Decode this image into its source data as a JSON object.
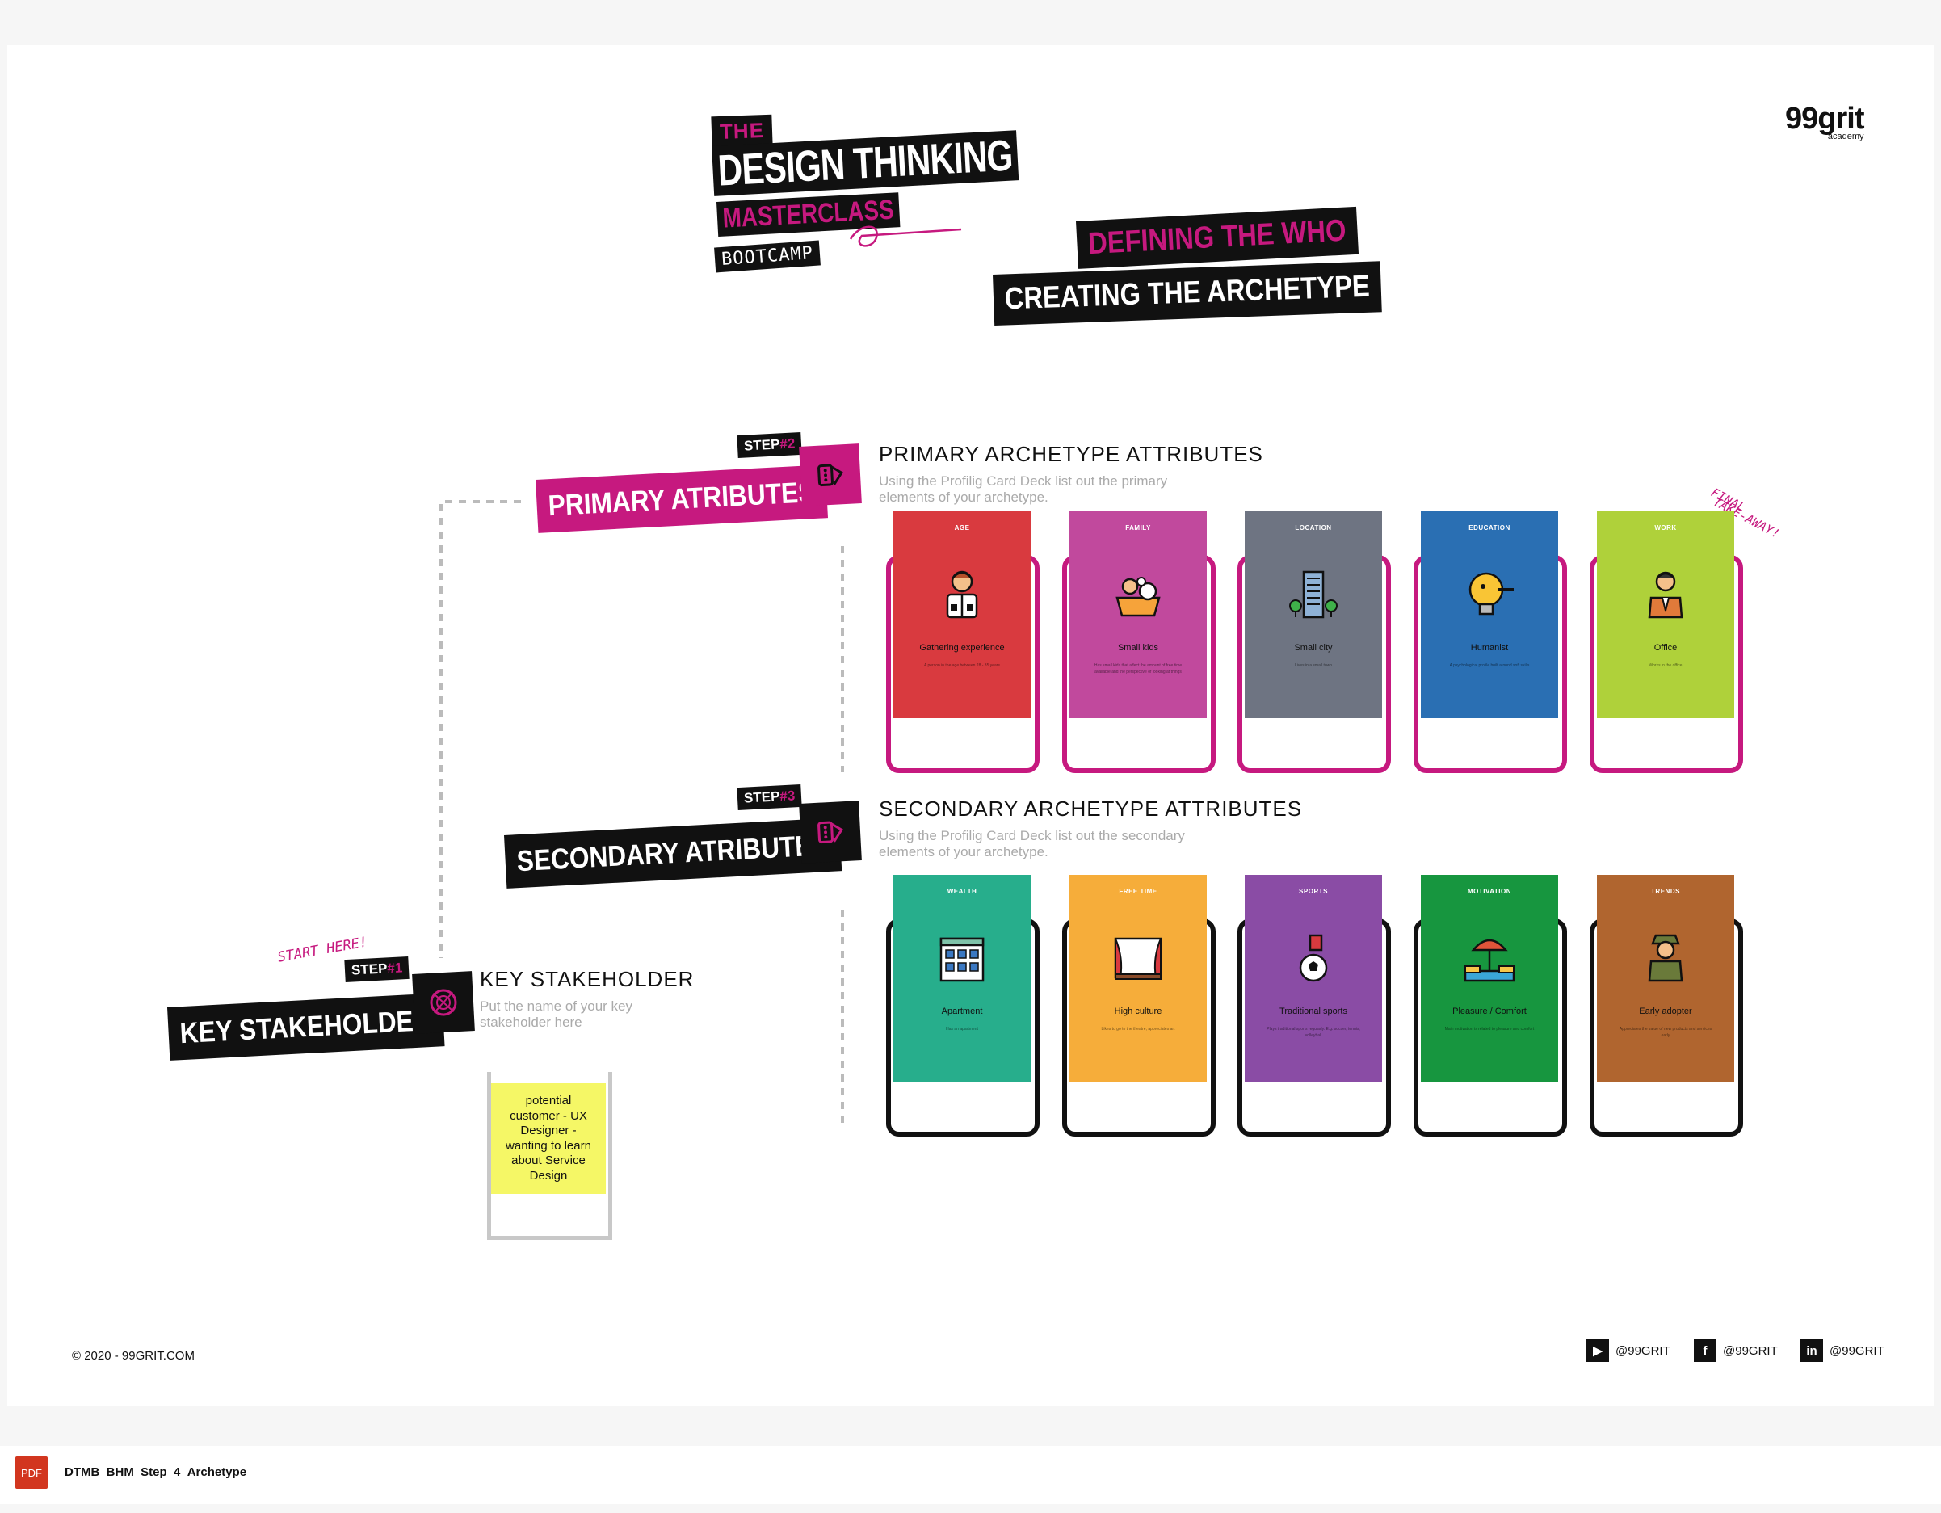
{
  "brand": {
    "the": "THE",
    "design_thinking": "DESIGN THINKING",
    "masterclass": "MASTERCLASS",
    "bootcamp": "BOOTCAMP"
  },
  "header": {
    "defining": "DEFINING THE WHO",
    "creating": "CREATING THE ARCHETYPE"
  },
  "logo": {
    "main": "99grit",
    "sub": "academy"
  },
  "steps": {
    "primary": {
      "tag_prefix": "STEP",
      "tag_hash": "#",
      "tag_num": "2",
      "banner": "PRIMARY ATRIBUTES"
    },
    "secondary": {
      "tag_prefix": "STEP",
      "tag_hash": "#",
      "tag_num": "3",
      "banner": "SECONDARY ATRIBUTES"
    },
    "key": {
      "tag_prefix": "STEP",
      "tag_hash": "#",
      "tag_num": "1",
      "banner": "KEY STAKEHOLDER"
    }
  },
  "sections": {
    "primary": {
      "title": "PRIMARY ARCHETYPE ATTRIBUTES",
      "subtitle": "Using the Profilig Card Deck list out the primary elements of your archetype."
    },
    "secondary": {
      "title": "SECONDARY ARCHETYPE ATTRIBUTES",
      "subtitle": "Using the Profilig Card Deck list out the secondary elements of your archetype."
    },
    "key": {
      "title": "KEY STAKEHOLDER",
      "subtitle": "Put the name of your key stakeholder here"
    }
  },
  "handwritten": {
    "start": "START HERE!",
    "final_1": "FINAL",
    "final_2": "TAKE-AWAY!"
  },
  "sticky_note": "potential customer - UX Designer - wanting to learn about Service Design",
  "primary_cards": [
    {
      "category": "AGE",
      "name": "Gathering experience",
      "desc": "A person in the age between 28 - 35 years",
      "color": "#d93a3f",
      "icon": "person-suit-icon"
    },
    {
      "category": "FAMILY",
      "name": "Small kids",
      "desc": "Has small kids that affect the amount of free time available and the perspective of looking at things",
      "color": "#c1499d",
      "icon": "kids-bath-icon"
    },
    {
      "category": "LOCATION",
      "name": "Small city",
      "desc": "Lives in a small town",
      "color": "#6e7482",
      "icon": "building-icon"
    },
    {
      "category": "EDUCATION",
      "name": "Humanist",
      "desc": "A psychological profile built around soft skills",
      "color": "#2a6fb3",
      "icon": "lightbulb-icon"
    },
    {
      "category": "WORK",
      "name": "Office",
      "desc": "Works in the office",
      "color": "#afd13a",
      "icon": "office-worker-icon"
    }
  ],
  "secondary_cards": [
    {
      "category": "WEALTH",
      "name": "Apartment",
      "desc": "Has an apartment",
      "color": "#27ae8c",
      "icon": "apartment-icon"
    },
    {
      "category": "FREE TIME",
      "name": "High culture",
      "desc": "Likes to go to the theatre, appreciates art",
      "color": "#f6ad3a",
      "icon": "theatre-icon"
    },
    {
      "category": "SPORTS",
      "name": "Traditional sports",
      "desc": "Plays traditional sports regularly. E.g. soccer, tennis, volleyball",
      "color": "#8a4ca5",
      "icon": "soccer-icon"
    },
    {
      "category": "MOTIVATION",
      "name": "Pleasure / Comfort",
      "desc": "Main motivation is related to pleasure and comfort",
      "color": "#17963f",
      "icon": "beach-icon"
    },
    {
      "category": "TRENDS",
      "name": "Early adopter",
      "desc": "Appreciates the value of new products and services early",
      "color": "#b0652f",
      "icon": "explorer-icon"
    }
  ],
  "footer": {
    "copyright": "© 2020 - 99GRIT.COM",
    "social": [
      {
        "icon": "youtube-icon",
        "glyph": "▶",
        "handle": "@99GRIT"
      },
      {
        "icon": "facebook-icon",
        "glyph": "f",
        "handle": "@99GRIT"
      },
      {
        "icon": "linkedin-icon",
        "glyph": "in",
        "handle": "@99GRIT"
      }
    ]
  },
  "filebar": {
    "badge": "PDF",
    "name": "DTMB_BHM_Step_4_Archetype"
  },
  "colors": {
    "accent": "#c6197f",
    "ink": "#111111",
    "sticky": "#f5f766"
  }
}
